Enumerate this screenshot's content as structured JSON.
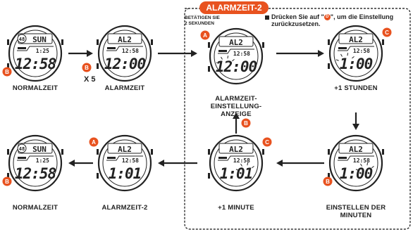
{
  "header": {
    "title": "ALARMZEIT-2",
    "instruction_small": [
      "BETÄTIGEN SIE",
      "2 SEKUNDEN"
    ],
    "note_line1": "Drücken Sie auf \"",
    "note_button": "D",
    "note_line1_end": "\", um die Einstellung",
    "note_line2": "zurückzusetzen."
  },
  "multiplier": "X 5",
  "colors": {
    "accent": "#e8521f",
    "ink": "#222222",
    "lcd": "#ffffff"
  },
  "watches": [
    {
      "id": "w1",
      "top": "48",
      "top_text": "SUN",
      "sub": "1:25",
      "main": "12:58",
      "label": [
        "NORMALZEIT"
      ],
      "button": "B",
      "button_side": "left-bottom"
    },
    {
      "id": "w2",
      "top": "AL2",
      "top_text": "",
      "sub": "12:58",
      "main": "12:00",
      "label": [
        "ALARMZEIT"
      ],
      "button": "",
      "button_side": ""
    },
    {
      "id": "w3",
      "top": "AL2",
      "top_text": "",
      "sub": "12:58",
      "main": "12:00",
      "label": [
        "ALARMZEIT-",
        "EINSTELLUNG-",
        "ANZEIGE"
      ],
      "button": "A",
      "button_side": "left-top"
    },
    {
      "id": "w4",
      "top": "AL2",
      "top_text": "",
      "sub": "12:58",
      "main": "1:00",
      "label": [
        "+1 STUNDEN"
      ],
      "button": "C",
      "button_side": "right-top"
    },
    {
      "id": "w5",
      "top": "AL2",
      "top_text": "",
      "sub": "12:58",
      "main": "1:00",
      "label": [
        "EINSTELLEN DER",
        "MINUTEN"
      ],
      "button": "B",
      "button_side": "left-bottom"
    },
    {
      "id": "w6",
      "top": "AL2",
      "top_text": "",
      "sub": "12:58",
      "main": "1:01",
      "label": [
        "+1 MINUTE"
      ],
      "button": "C",
      "button_side": "right-top"
    },
    {
      "id": "w7",
      "top": "AL2",
      "top_text": "",
      "sub": "12:58",
      "main": "1:01",
      "label": [
        "ALARMZEIT-2"
      ],
      "button": "A",
      "button_side": "left-top"
    },
    {
      "id": "w8",
      "top": "48",
      "top_text": "SUN",
      "sub": "1:25",
      "main": "12:58",
      "label": [
        "NORMALZEIT"
      ],
      "button": "B",
      "button_side": "left-bottom"
    }
  ],
  "arrow_buttons": [
    {
      "id": "b-up",
      "letter": "B"
    }
  ]
}
